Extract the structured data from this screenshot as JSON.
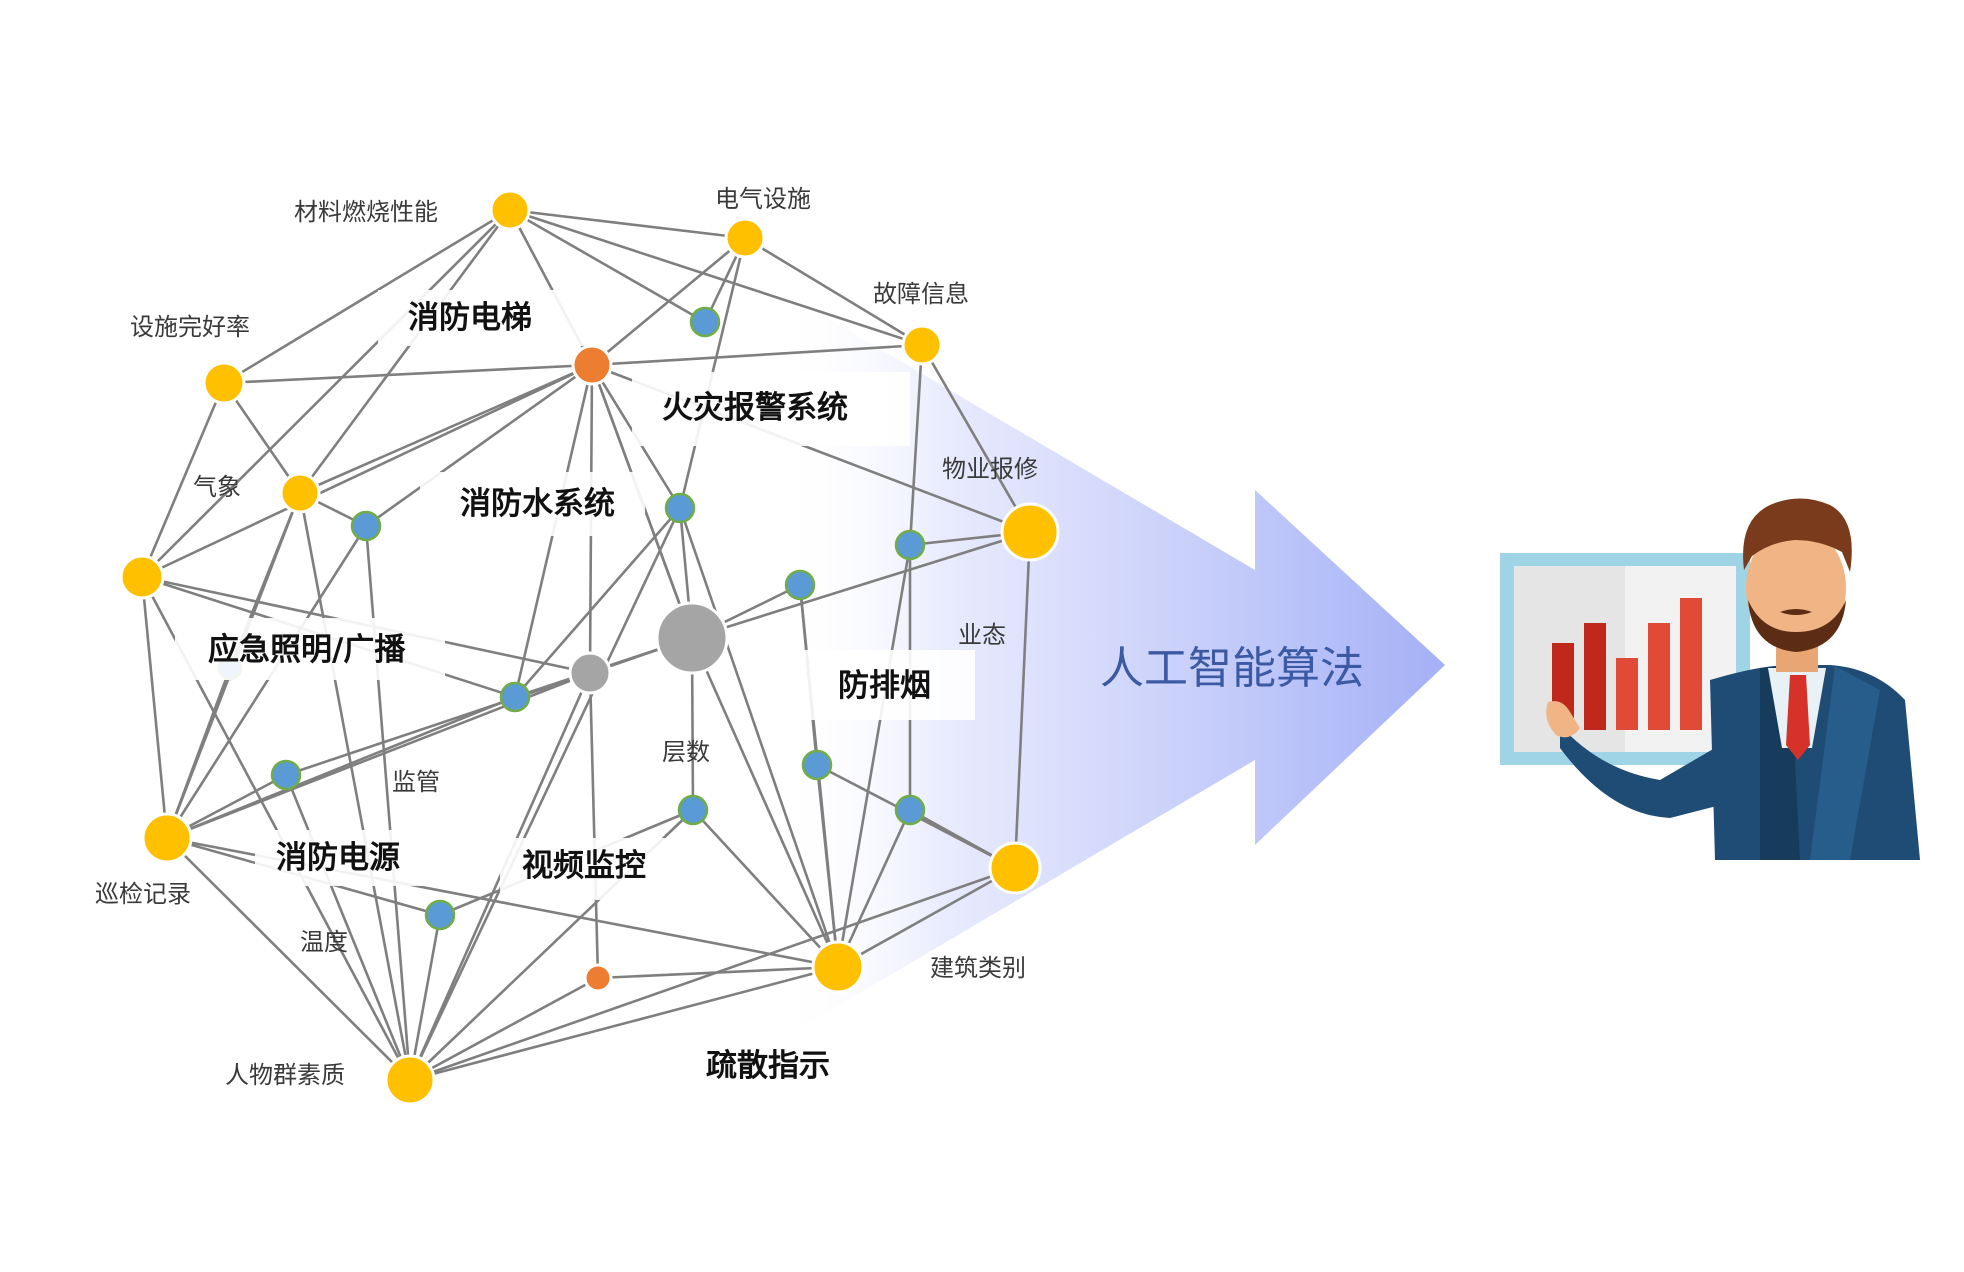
{
  "diagram": {
    "center_label": "人工智能算法",
    "system_labels": [
      {
        "id": "elevator",
        "text": "消防电梯"
      },
      {
        "id": "alarm",
        "text": "火灾报警系统"
      },
      {
        "id": "water",
        "text": "消防水系统"
      },
      {
        "id": "lighting",
        "text": "应急照明/广播"
      },
      {
        "id": "smoke",
        "text": "防排烟"
      },
      {
        "id": "power",
        "text": "消防电源"
      },
      {
        "id": "video",
        "text": "视频监控"
      },
      {
        "id": "evac",
        "text": "疏散指示"
      }
    ],
    "factor_labels": [
      {
        "id": "material",
        "text": "材料燃烧性能"
      },
      {
        "id": "electric",
        "text": "电气设施"
      },
      {
        "id": "fault",
        "text": "故障信息"
      },
      {
        "id": "facility",
        "text": "设施完好率"
      },
      {
        "id": "weather",
        "text": "气象"
      },
      {
        "id": "repair",
        "text": "物业报修"
      },
      {
        "id": "business",
        "text": "业态"
      },
      {
        "id": "floors",
        "text": "层数"
      },
      {
        "id": "supervise",
        "text": "监管"
      },
      {
        "id": "patrol",
        "text": "巡检记录"
      },
      {
        "id": "temperature",
        "text": "温度"
      },
      {
        "id": "buildtype",
        "text": "建筑类别"
      },
      {
        "id": "crowd",
        "text": "人物群素质"
      }
    ],
    "node_colors": {
      "factor": "#ffc000",
      "sensor": "#5b9bd5",
      "hub": "#a5a5a5",
      "alert": "#ed7d31",
      "edge": "#7f7f7f",
      "arrow": "#aab4f5",
      "ai_text": "#3b5aa3"
    }
  },
  "illustration": {
    "icon": "presenter-with-bar-chart-icon"
  }
}
